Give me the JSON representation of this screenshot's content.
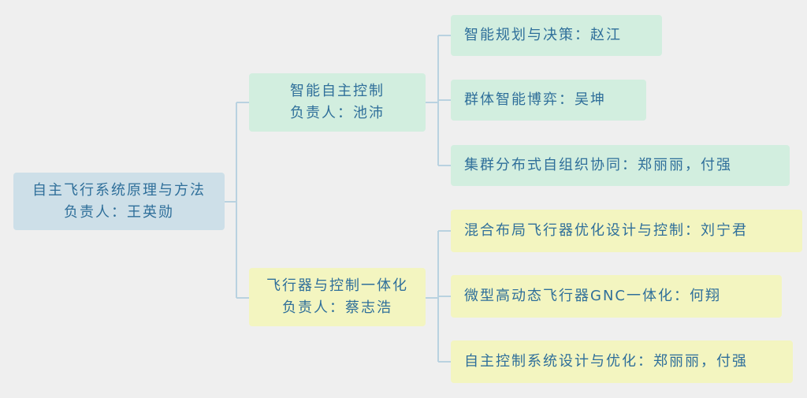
{
  "root": {
    "line1": "自主飞行系统原理与方法",
    "line2": "负责人：王英勋"
  },
  "branches": [
    {
      "line1": "智能自主控制",
      "line2": "负责人：池沛",
      "leaves": [
        "智能规划与决策：赵江",
        "群体智能博弈：吴坤",
        "集群分布式自组织协同：郑丽丽，付强"
      ]
    },
    {
      "line1": "飞行器与控制一体化",
      "line2": "负责人：蔡志浩",
      "leaves": [
        "混合布局飞行器优化设计与控制：刘宁君",
        "微型高动态飞行器GNC一体化：何翔",
        "自主控制系统设计与优化：郑丽丽，付强"
      ]
    }
  ],
  "colors": {
    "background": "#efefef",
    "root_fill": "#cddfe8",
    "branch1_fill": "#d2eedf",
    "branch2_fill": "#f3f5c0",
    "text": "#2f6f9a",
    "connector": "#b9d2e0"
  }
}
